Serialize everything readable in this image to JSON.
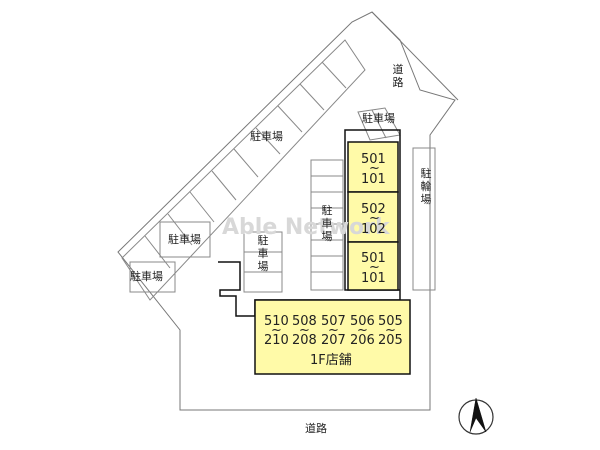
{
  "labels": {
    "road_top": "道路",
    "road_bottom": "道路",
    "parking": "駐車場",
    "bicycle_parking": "駐輪場",
    "store": "1F店舗"
  },
  "units": {
    "stack_1": [
      "501",
      "101"
    ],
    "stack_2": [
      "502",
      "102"
    ],
    "stack_3": [
      "501",
      "101"
    ],
    "bottom_row_top": [
      "510",
      "508",
      "507",
      "506",
      "505"
    ],
    "bottom_row_bottom": [
      "210",
      "208",
      "207",
      "206",
      "205"
    ]
  },
  "watermark": "Able Network",
  "colors": {
    "building": "#fffaa8",
    "outline": "#111111",
    "parking_line": "#888888"
  }
}
